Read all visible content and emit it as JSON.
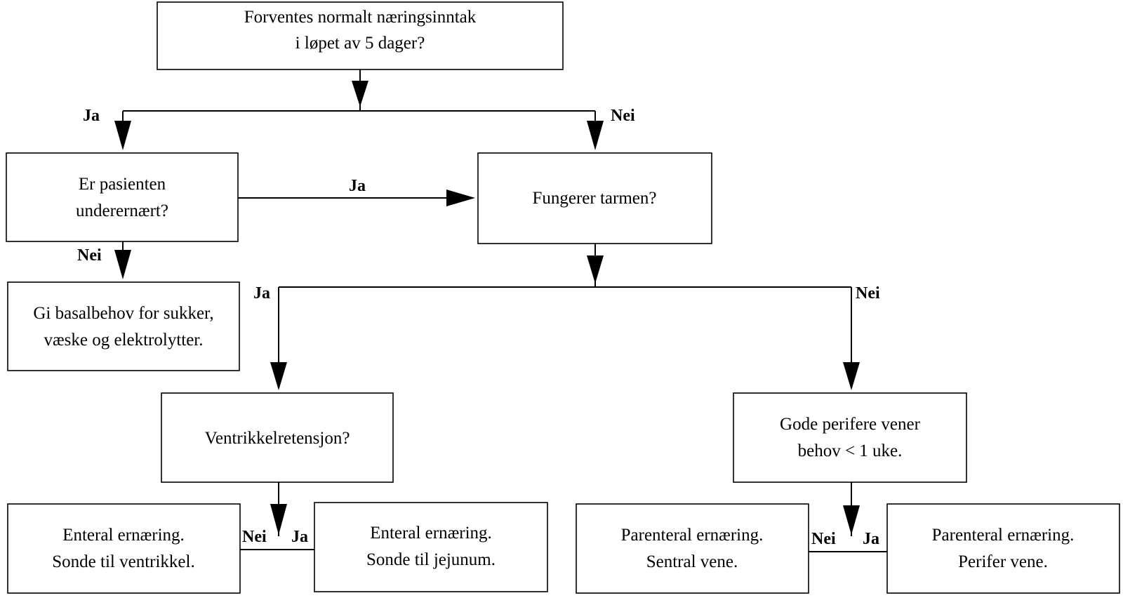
{
  "nodes": {
    "q_intake": {
      "lines": [
        "Forventes normalt næringsinntak",
        "i løpet av 5 dager?"
      ]
    },
    "q_malnourished": {
      "lines": [
        "Er pasienten",
        "underernært?"
      ]
    },
    "basal_needs": {
      "lines": [
        "Gi basalbehov for sukker,",
        "væske og elektrolytter."
      ]
    },
    "q_gut": {
      "lines": [
        "Fungerer tarmen?"
      ]
    },
    "q_gastric_retention": {
      "lines": [
        "Ventrikkelretensjon?"
      ]
    },
    "q_peripheral_veins": {
      "lines": [
        "Gode perifere vener",
        "behov < 1 uke."
      ]
    },
    "enteral_stomach": {
      "lines": [
        "Enteral ernæring.",
        "Sonde til ventrikkel."
      ]
    },
    "enteral_jejunum": {
      "lines": [
        "Enteral ernæring.",
        "Sonde til jejunum."
      ]
    },
    "parenteral_central": {
      "lines": [
        "Parenteral ernæring.",
        "Sentral vene."
      ]
    },
    "parenteral_peripheral": {
      "lines": [
        "Parenteral ernæring.",
        "Perifer vene."
      ]
    }
  },
  "edge_labels": {
    "intake_yes": "Ja",
    "intake_no": "Nei",
    "malnourished_yes": "Ja",
    "malnourished_no": "Nei",
    "gut_yes": "Ja",
    "gut_no": "Nei",
    "retention_no": "Nei",
    "retention_yes": "Ja",
    "veins_no": "Nei",
    "veins_yes": "Ja"
  },
  "colors": {
    "stroke": "#000000",
    "background": "#ffffff"
  }
}
